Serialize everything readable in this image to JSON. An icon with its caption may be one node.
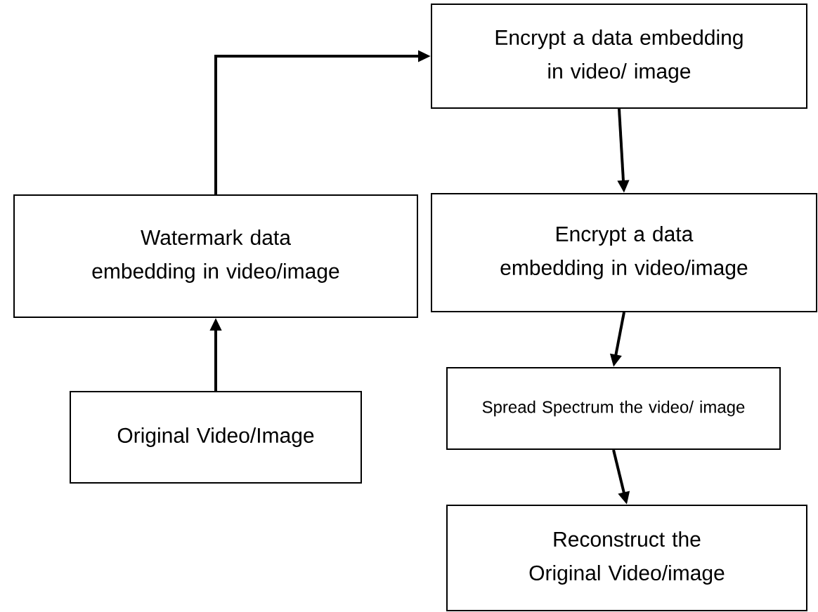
{
  "diagram": {
    "nodes": [
      {
        "text": [
          "Original Video/Image"
        ]
      },
      {
        "text": [
          "Watermark data embedding in video/image"
        ]
      },
      {
        "text": [
          "Encrypt a data embedding in video/ image"
        ]
      },
      {
        "text": [
          "Encrypt a data embedding in video/image"
        ]
      },
      {
        "text": [
          "Spread Spectrum the video/ image"
        ]
      },
      {
        "text": [
          "Reconstruct the Original Video/image"
        ]
      }
    ],
    "edges": [
      {
        "from": 0,
        "to": 1,
        "arrow": "to"
      },
      {
        "from": 1,
        "to": 2,
        "arrow": "to"
      },
      {
        "from": 2,
        "to": 3,
        "arrow": "to"
      },
      {
        "from": 3,
        "to": 4,
        "arrow": "to"
      },
      {
        "from": 4,
        "to": 5,
        "arrow": "to"
      }
    ]
  }
}
